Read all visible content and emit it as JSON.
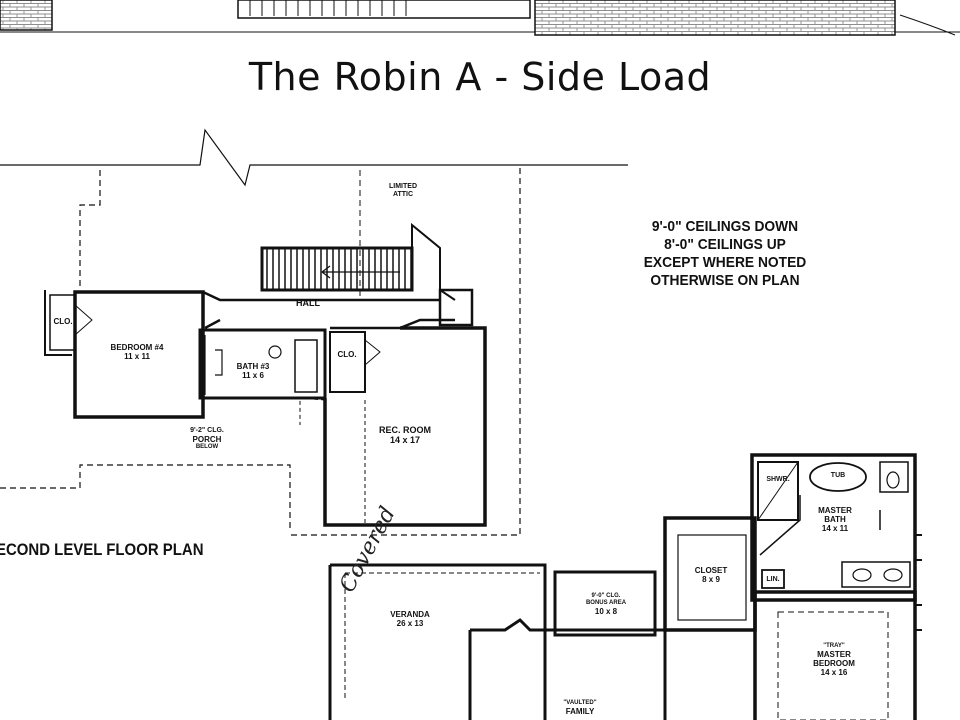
{
  "title": "The Robin A - Side Load",
  "ceiling_note": [
    "9'-0\" CEILINGS DOWN",
    "8'-0\" CEILINGS UP",
    "EXCEPT WHERE NOTED",
    "OTHERWISE ON PLAN"
  ],
  "second_level_label": "ECOND LEVEL FLOOR PLAN",
  "handwritten_note": "Covered",
  "rooms": {
    "limited_attic": [
      "LIMITED",
      "ATTIC"
    ],
    "hall": "HALL",
    "clo_left": "CLO.",
    "clo_center": "CLO.",
    "bedroom4": [
      "BEDROOM #4",
      "11 x 11"
    ],
    "bath3": [
      "BATH #3",
      "11 x 6"
    ],
    "porch": [
      "9'-2\" CLG.",
      "PORCH",
      "BELOW"
    ],
    "rec_room": [
      "REC. ROOM",
      "14 x 17"
    ],
    "tub": "TUB",
    "shwr": "SHWR.",
    "master_bath": [
      "MASTER",
      "BATH",
      "14 x 11"
    ],
    "closet": [
      "CLOSET",
      "8 x 9"
    ],
    "lin": "LIN.",
    "veranda": [
      "VERANDA",
      "26 x 13"
    ],
    "bonus_area": [
      "9'-0\" CLG.",
      "BONUS AREA",
      "10 x 8"
    ],
    "master_bedroom": [
      "\"TRAY\"",
      "MASTER",
      "BEDROOM",
      "14 x 16"
    ],
    "family": [
      "\"VAULTED\"",
      "FAMILY"
    ]
  },
  "colors": {
    "ink": "#111111",
    "brick": "#9a9a9a"
  }
}
